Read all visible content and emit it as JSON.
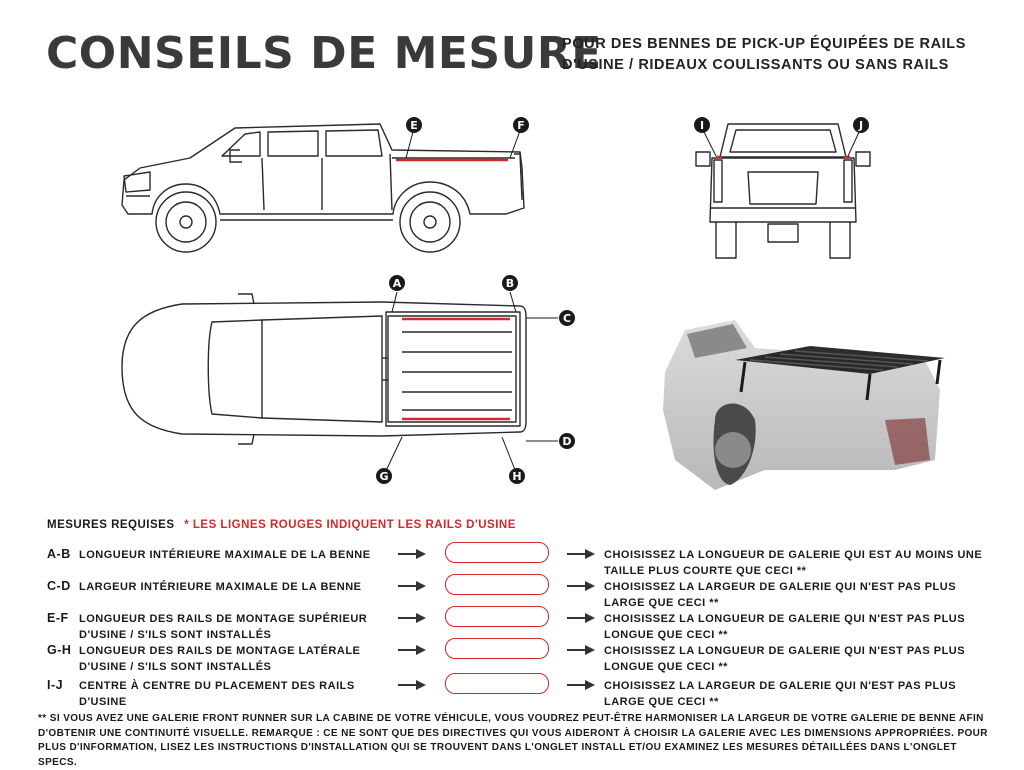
{
  "header": {
    "title": "CONSEILS DE MESURE",
    "subtitle_line1": "POUR DES BENNES DE PICK-UP ÉQUIPÉES DE RAILS",
    "subtitle_line2": "D'USINE / RIDEAUX COULISSANTS OU SANS RAILS"
  },
  "markers": {
    "a": "A",
    "b": "B",
    "c": "C",
    "d": "D",
    "e": "E",
    "f": "F",
    "g": "G",
    "h": "H",
    "i": "I",
    "j": "J"
  },
  "colors": {
    "rail_red": "#d12a2a",
    "marker_fill": "#1a1a1a",
    "truck_line": "#2a2a2a"
  },
  "requirements": {
    "heading": "MESURES REQUISES",
    "note": "* LES LIGNES ROUGES INDIQUENT LES RAILS D'USINE",
    "rows": [
      {
        "code": "A-B",
        "desc": "LONGUEUR INTÉRIEURE MAXIMALE DE LA BENNE",
        "result": "CHOISISSEZ LA LONGUEUR DE GALERIE QUI EST AU MOINS UNE TAILLE PLUS COURTE QUE CECI **"
      },
      {
        "code": "C-D",
        "desc": "LARGEUR INTÉRIEURE MAXIMALE DE LA BENNE",
        "result": "CHOISISSEZ LA LARGEUR DE GALERIE QUI N'EST PAS PLUS LARGE QUE CECI **"
      },
      {
        "code": "E-F",
        "desc": "LONGUEUR DES RAILS DE MONTAGE SUPÉRIEUR D'USINE / S'ILS SONT INSTALLÉS",
        "result": "CHOISISSEZ LA LONGUEUR DE GALERIE QUI N'EST PAS PLUS LONGUE QUE CECI **"
      },
      {
        "code": "G-H",
        "desc": "LONGUEUR DES RAILS DE MONTAGE LATÉRALE D'USINE / S'ILS SONT INSTALLÉS",
        "result": "CHOISISSEZ LA LONGUEUR DE GALERIE QUI N'EST PAS PLUS LONGUE QUE CECI **"
      },
      {
        "code": "I-J",
        "desc": "CENTRE À CENTRE DU PLACEMENT DES RAILS D'USINE",
        "result": "CHOISISSEZ LA LARGEUR DE GALERIE QUI N'EST PAS PLUS LARGE QUE CECI **"
      }
    ]
  },
  "footnote": "** SI VOUS AVEZ UNE GALERIE FRONT RUNNER SUR LA CABINE DE VOTRE VÉHICULE, VOUS VOUDREZ PEUT-ÊTRE HARMONISER LA LARGEUR DE VOTRE GALERIE DE BENNE AFIN D'OBTENIR UNE CONTINUITÉ VISUELLE. REMARQUE : CE NE SONT QUE DES DIRECTIVES QUI VOUS AIDERONT À CHOISIR LA GALERIE AVEC LES DIMENSIONS APPROPRIÉES. POUR PLUS D'INFORMATION, LISEZ LES INSTRUCTIONS D'INSTALLATION QUI SE TROUVENT DANS L'ONGLET INSTALL ET/OU EXAMINEZ LES MESURES DÉTAILLÉES DANS L'ONGLET SPECS."
}
